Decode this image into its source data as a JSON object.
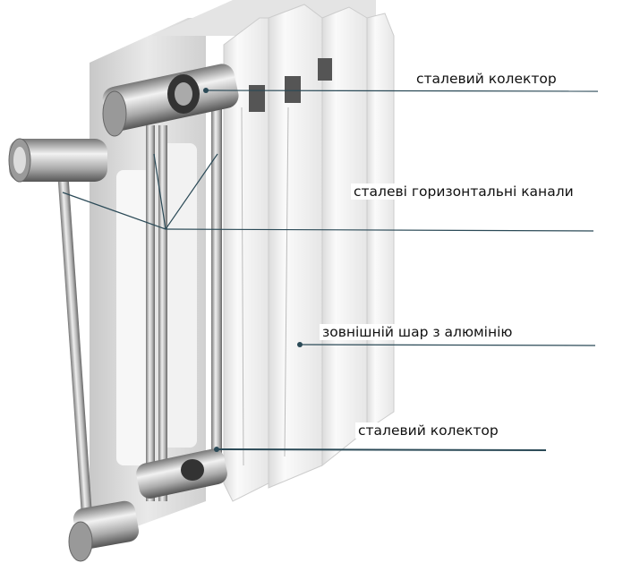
{
  "labels": {
    "top_collector": "сталевий колектор",
    "horizontal_channels": "сталеві горизонтальні канали",
    "aluminium_layer": "зовнішній шар з алюмінію",
    "bottom_collector": "сталевий колектор"
  },
  "colors": {
    "leader_line": "#2b4a57",
    "radiator_body": "#f4f4f4",
    "steel": "#a9a9a9"
  }
}
